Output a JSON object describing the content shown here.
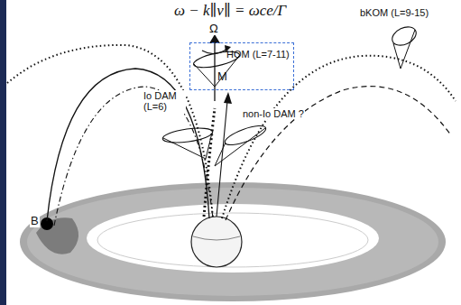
{
  "diagram": {
    "title": "ω − k∥v∥ = ωce/Γ",
    "nodes": [
      {
        "text": [
          "HOM (L=7-11)",
          "M"
        ]
      }
    ],
    "labels": [
      "Ω",
      "bKOM (L=9-15)",
      "Io DAM (L=6)",
      "non-Io DAM ?",
      "B"
    ]
  }
}
